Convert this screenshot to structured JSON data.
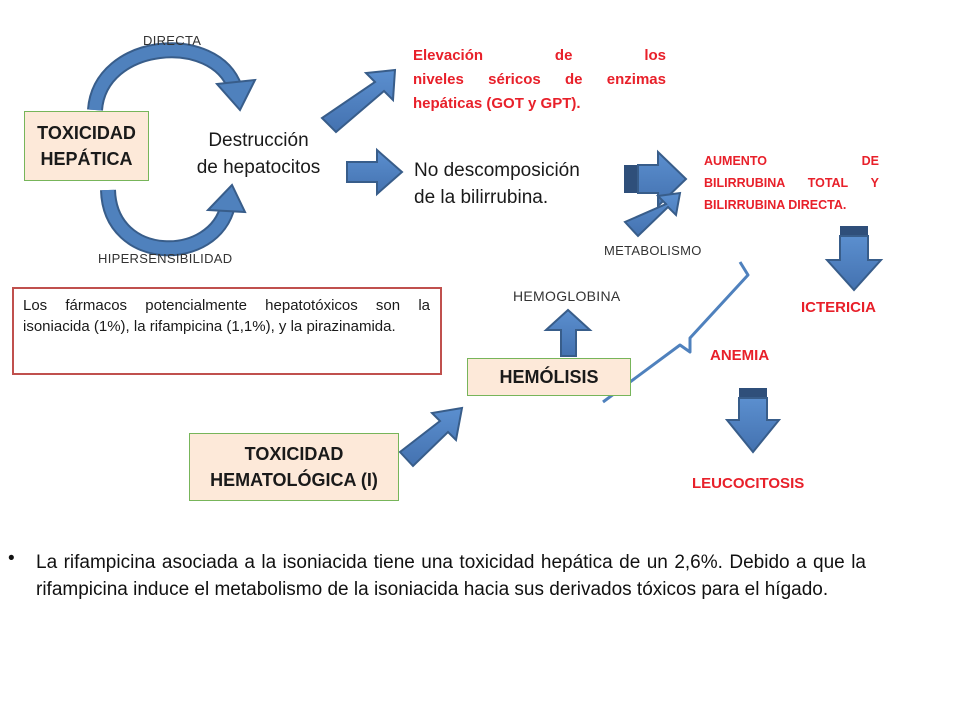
{
  "labels": {
    "directa": "DIRECTA",
    "hipersensibilidad": "HIPERSENSIBILIDAD",
    "toxicidad_hepatica": [
      "TOXICIDAD",
      "HEPÁTICA"
    ],
    "destruccion": [
      "Destrucción",
      "de hepatocitos"
    ],
    "elevacion": [
      "Elevación de los",
      "niveles séricos de enzimas",
      "hepáticas (GOT y GPT)."
    ],
    "no_descomposicion": [
      "No descomposición",
      "de la bilirrubina."
    ],
    "aumento": [
      "AUMENTO DE",
      "BILIRRUBINA TOTAL Y",
      "BILIRRUBINA DIRECTA."
    ],
    "metabolismo": "METABOLISMO",
    "hemoglobina": "HEMOGLOBINA",
    "ictericia": "ICTERICIA",
    "anemia": "ANEMIA",
    "hemolisis": "HEMÓLISIS",
    "leucocitosis": "LEUCOCITOSIS",
    "toxicidad_hematologica": [
      "TOXICIDAD",
      "HEMATOLÓGICA (I)"
    ]
  },
  "note": "Los fármacos potencialmente hepatotóxicos son la isoniacida (1%), la rifampicina (1,1%), y la pirazinamida.",
  "bullet": {
    "symbol": "•",
    "text": "La rifampicina asociada a la isoniacida tiene una toxicidad hepática de un 2,6%. Debido a que la rifampicina induce el metabolismo de la isoniacida hacia sus derivados tóxicos para el hígado."
  },
  "colors": {
    "arrow_fill": "#4f81bd",
    "arrow_stroke": "#385d8a",
    "red_text": "#e8202a",
    "box_fill": "#fde9d9",
    "box_border": "#77b55a",
    "note_border": "#c0504d"
  }
}
